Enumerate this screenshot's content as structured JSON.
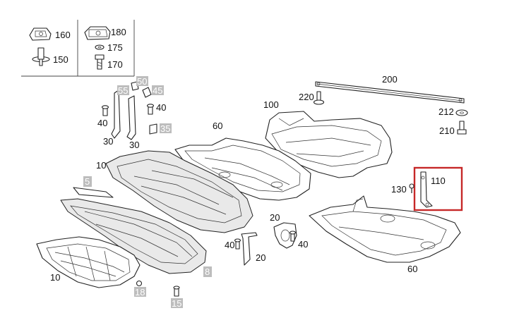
{
  "diagram": {
    "legend_labels": [
      "160",
      "150",
      "180",
      "175",
      "170"
    ],
    "callouts": {
      "c200": "200",
      "c220": "220",
      "c100": "100",
      "c60_top": "60",
      "c212": "212",
      "c210": "210",
      "c110": "110",
      "c130": "130",
      "c60_right": "60",
      "c55": "55",
      "c50": "50",
      "c45": "45",
      "c40_a": "40",
      "c40_b": "40",
      "c35": "35",
      "c30_a": "30",
      "c30_b": "30",
      "c10_a": "10",
      "c5": "5",
      "c10_b": "10",
      "c18": "18",
      "c15": "15",
      "c8": "8",
      "c20_a": "20",
      "c20_b": "20",
      "c40_c": "40",
      "c40_d": "40"
    },
    "highlight_color": "#c62828",
    "grey_tag_color": "#bdbdbd"
  }
}
